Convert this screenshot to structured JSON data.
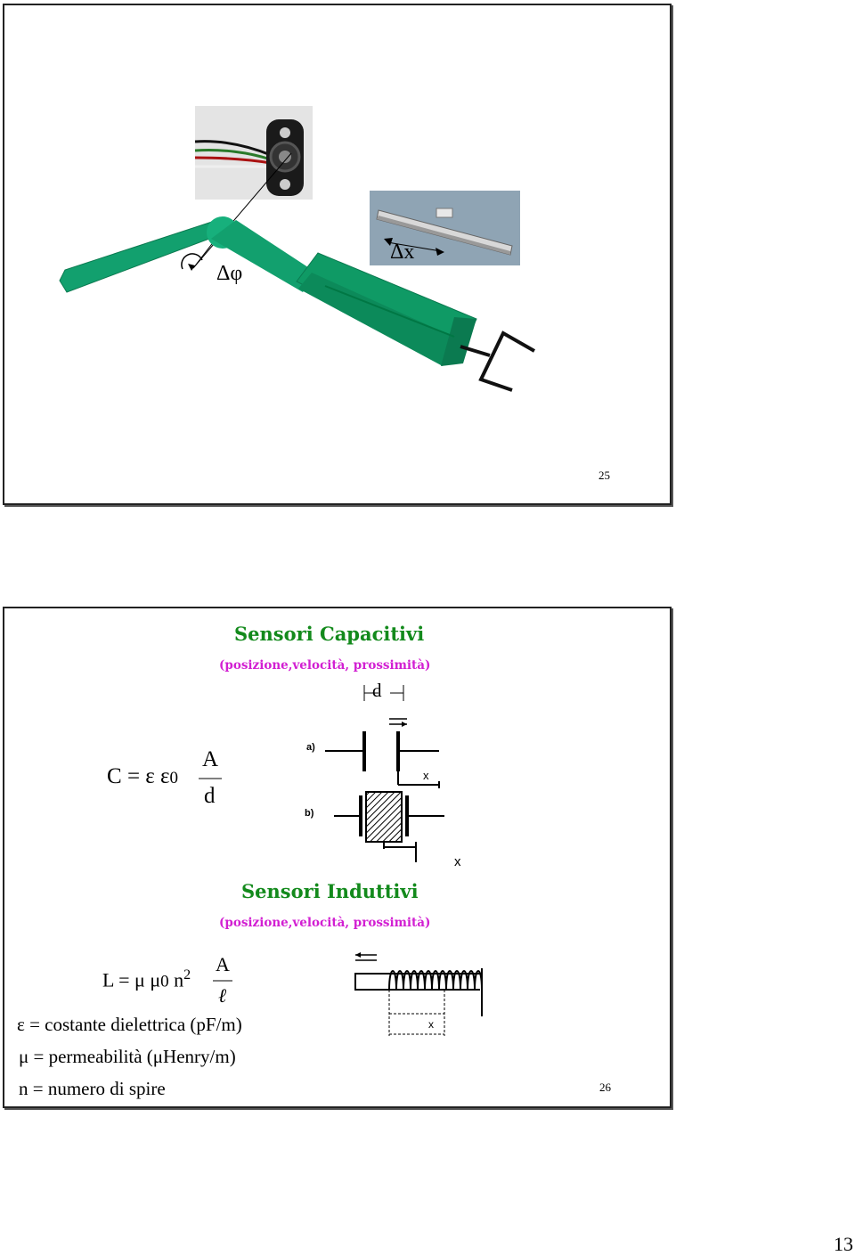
{
  "slide1": {
    "delta_phi_label": "Δφ",
    "delta_x_label": "Δx",
    "slide_number": "25"
  },
  "slide2": {
    "capacitive": {
      "title": "Sensori Capacitivi",
      "subtitle": "(posizione,velocità, prossimità)",
      "formula": {
        "lhs": "C",
        "eq": "=",
        "eps": "ε",
        "eps0": "ε",
        "eps0_sub": "0",
        "num": "A",
        "den": "d"
      },
      "diagram": {
        "d_label": "d",
        "a_label": "a)",
        "b_label": "b)",
        "x_label_a": "x",
        "x_label_b": "x"
      }
    },
    "inductive": {
      "title": "Sensori Induttivi",
      "subtitle": "(posizione,velocità, prossimità)",
      "formula": {
        "lhs": "L",
        "eq": "=",
        "mu": "μ",
        "mu0": "μ",
        "mu0_sub": "0",
        "n": "n",
        "n_sup": "2",
        "num": "A",
        "den": "ℓ"
      },
      "diagram": {
        "x_label": "x"
      }
    },
    "definitions": [
      {
        "symbol": "ε",
        "eq": "=",
        "text": "costante dielettrica (pF/m)"
      },
      {
        "symbol": "μ",
        "eq": "=",
        "text": "permeabilità (μHenry/m)"
      },
      {
        "symbol": "n",
        "eq": "=",
        "text": "numero di spire"
      }
    ],
    "slide_number": "26"
  },
  "page_number": "13",
  "colors": {
    "title_green": "#138a1c",
    "subtitle_magenta": "#d21fd2",
    "arm_green": "#129a6a"
  }
}
